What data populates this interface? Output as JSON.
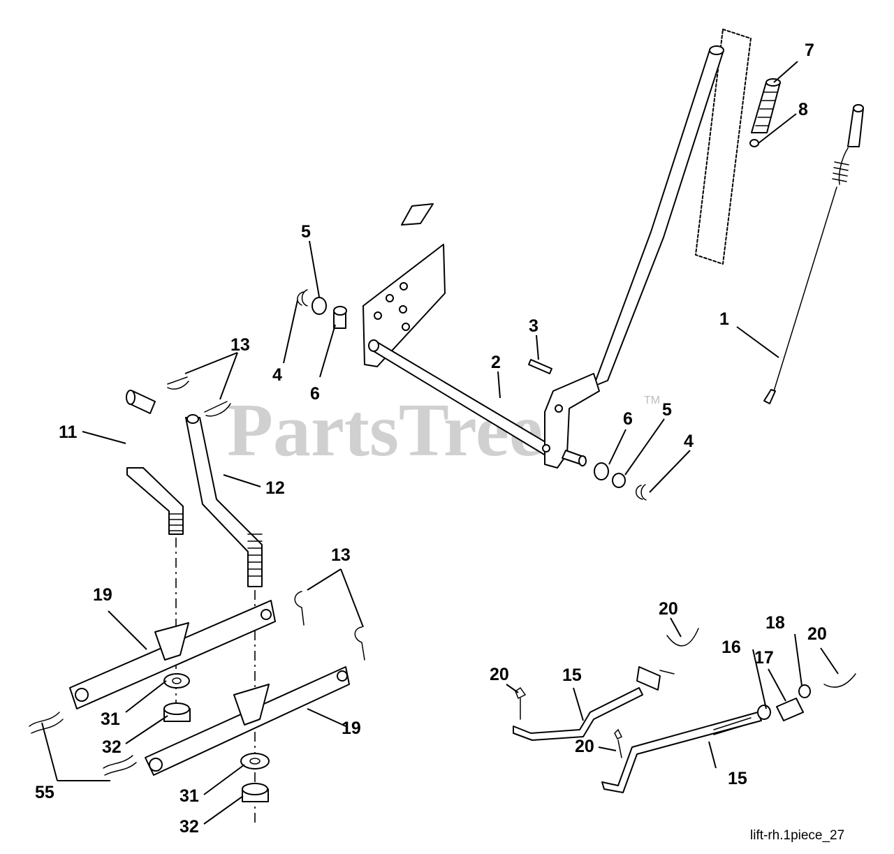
{
  "watermark": {
    "text": "PartsTree",
    "trademark": "TM"
  },
  "diagram_ref": "lift-rh.1piece_27",
  "callouts": [
    {
      "id": "c-1",
      "label": "1"
    },
    {
      "id": "c-2",
      "label": "2"
    },
    {
      "id": "c-3",
      "label": "3"
    },
    {
      "id": "c-4a",
      "label": "4"
    },
    {
      "id": "c-4b",
      "label": "4"
    },
    {
      "id": "c-5a",
      "label": "5"
    },
    {
      "id": "c-5b",
      "label": "5"
    },
    {
      "id": "c-6a",
      "label": "6"
    },
    {
      "id": "c-6b",
      "label": "6"
    },
    {
      "id": "c-7",
      "label": "7"
    },
    {
      "id": "c-8",
      "label": "8"
    },
    {
      "id": "c-11",
      "label": "11"
    },
    {
      "id": "c-12",
      "label": "12"
    },
    {
      "id": "c-13a",
      "label": "13"
    },
    {
      "id": "c-13b",
      "label": "13"
    },
    {
      "id": "c-15a",
      "label": "15"
    },
    {
      "id": "c-15b",
      "label": "15"
    },
    {
      "id": "c-16",
      "label": "16"
    },
    {
      "id": "c-17",
      "label": "17"
    },
    {
      "id": "c-18",
      "label": "18"
    },
    {
      "id": "c-19a",
      "label": "19"
    },
    {
      "id": "c-19b",
      "label": "19"
    },
    {
      "id": "c-20a",
      "label": "20"
    },
    {
      "id": "c-20b",
      "label": "20"
    },
    {
      "id": "c-20c",
      "label": "20"
    },
    {
      "id": "c-20d",
      "label": "20"
    },
    {
      "id": "c-31a",
      "label": "31"
    },
    {
      "id": "c-31b",
      "label": "31"
    },
    {
      "id": "c-32a",
      "label": "32"
    },
    {
      "id": "c-32b",
      "label": "32"
    },
    {
      "id": "c-55",
      "label": "55"
    }
  ]
}
